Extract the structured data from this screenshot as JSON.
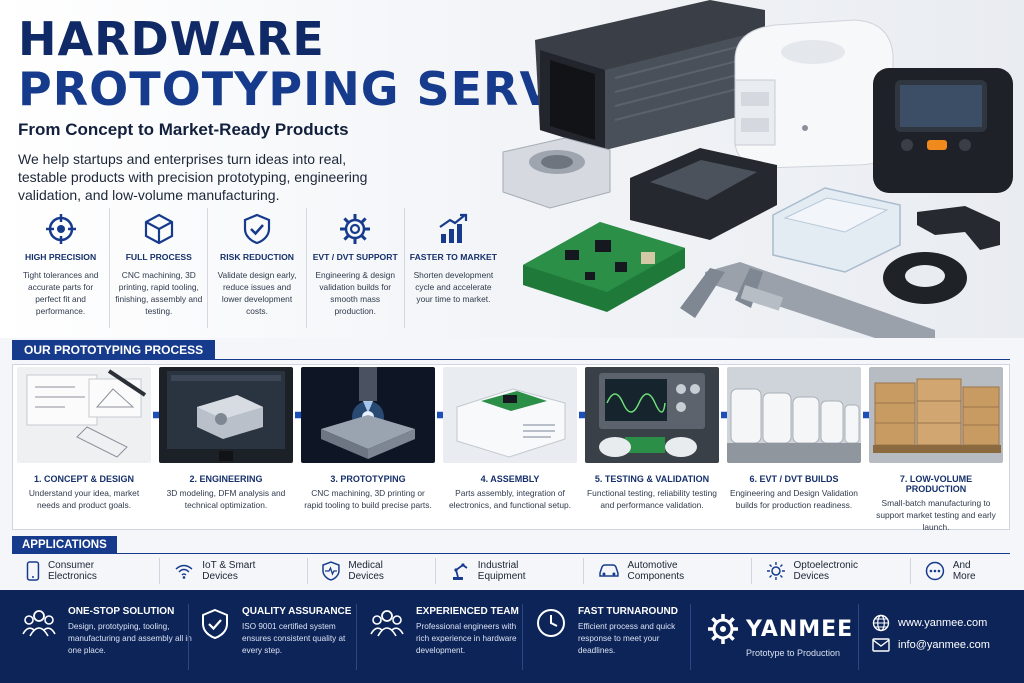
{
  "header": {
    "title_line1": "HARDWARE",
    "title_line2": "PROTOTYPING SERVICE",
    "subtitle": "From Concept to Market-Ready Products",
    "intro": "We help startups and enterprises turn ideas into real, testable products with precision prototyping, engineering validation, and low-volume manufacturing."
  },
  "features": [
    {
      "icon": "crosshair-icon",
      "title": "HIGH PRECISION",
      "desc": "Tight tolerances and accurate parts for perfect fit and performance."
    },
    {
      "icon": "cube-icon",
      "title": "FULL PROCESS",
      "desc": "CNC machining, 3D printing, rapid tooling, finishing, assembly and testing."
    },
    {
      "icon": "shield-check-icon",
      "title": "RISK REDUCTION",
      "desc": "Validate design early, reduce issues and lower development costs."
    },
    {
      "icon": "gear-icon",
      "title": "EVT / DVT SUPPORT",
      "desc": "Engineering & design validation builds for smooth mass production."
    },
    {
      "icon": "growth-chart-icon",
      "title": "FASTER TO MARKET",
      "desc": "Shorten development cycle and accelerate your time to market."
    }
  ],
  "process": {
    "heading": "OUR PROTOTYPING PROCESS",
    "steps": [
      {
        "title": "1. CONCEPT & DESIGN",
        "desc": "Understand your idea, market needs and product goals."
      },
      {
        "title": "2. ENGINEERING",
        "desc": "3D modeling, DFM analysis and technical optimization."
      },
      {
        "title": "3. PROTOTYPING",
        "desc": "CNC machining, 3D printing or rapid tooling to build precise parts."
      },
      {
        "title": "4. ASSEMBLY",
        "desc": "Parts assembly, integration of electronics, and functional setup."
      },
      {
        "title": "5. TESTING & VALIDATION",
        "desc": "Functional testing, reliability testing and performance validation."
      },
      {
        "title": "6. EVT / DVT BUILDS",
        "desc": "Engineering and Design Validation builds for production readiness."
      },
      {
        "title": "7. LOW-VOLUME PRODUCTION",
        "desc": "Small-batch manufacturing to support market testing and early launch."
      }
    ]
  },
  "applications": {
    "heading": "APPLICATIONS",
    "items": [
      {
        "icon": "smartphone-icon",
        "label": "Consumer Electronics"
      },
      {
        "icon": "wifi-icon",
        "label": "IoT & Smart Devices"
      },
      {
        "icon": "heartbeat-shield-icon",
        "label": "Medical Devices"
      },
      {
        "icon": "robot-arm-icon",
        "label": "Industrial Equipment"
      },
      {
        "icon": "car-icon",
        "label": "Automotive Components"
      },
      {
        "icon": "sun-icon",
        "label": "Optoelectronic Devices"
      },
      {
        "icon": "more-icon",
        "label": "And More"
      }
    ]
  },
  "footer": {
    "items": [
      {
        "icon": "team-icon",
        "title": "ONE-STOP SOLUTION",
        "desc": "Design, prototyping, tooling, manufacturing and assembly all in one place."
      },
      {
        "icon": "shield-check-icon",
        "title": "QUALITY ASSURANCE",
        "desc": "ISO 9001 certified system ensures consistent quality at every step."
      },
      {
        "icon": "team-icon",
        "title": "EXPERIENCED TEAM",
        "desc": "Professional engineers with rich experience in hardware development."
      },
      {
        "icon": "clock-icon",
        "title": "FAST TURNAROUND",
        "desc": "Efficient process and quick response to meet your deadlines."
      }
    ],
    "brand": {
      "name": "YANMEE",
      "tagline": "Prototype to Production"
    },
    "website": "www.yanmee.com",
    "email": "info@yanmee.com"
  },
  "colors": {
    "primary": "#173b8c",
    "navy": "#0d2458",
    "accent_orange": "#f08a1c",
    "pcb_green": "#1f7a3a"
  }
}
